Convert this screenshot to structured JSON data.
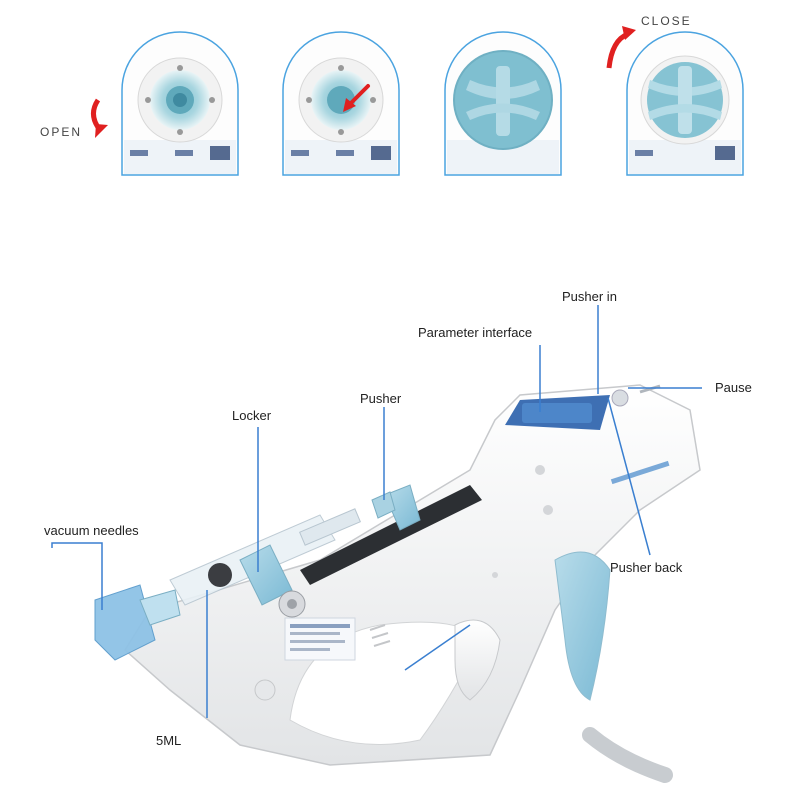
{
  "steps": {
    "open_label": "OPEN",
    "close_label": "CLOSE"
  },
  "device_labels": {
    "pusher_in": "Pusher in",
    "parameter_interface": "Parameter interface",
    "pause": "Pause",
    "locker": "Locker",
    "pusher": "Pusher",
    "vacuum_needles": "vacuum needles",
    "pusher_back": "Pusher back",
    "five_ml": "5ML"
  },
  "colors": {
    "accent_blue": "#4a90d9",
    "light_blue": "#8fc4dc",
    "arrow_red": "#e02020",
    "body_white": "#f4f4f4"
  },
  "icons": {
    "open_arrow": "curved-arrow-down-icon",
    "close_arrow": "curved-arrow-up-icon",
    "insert_arrow": "red-arrow-icon"
  }
}
